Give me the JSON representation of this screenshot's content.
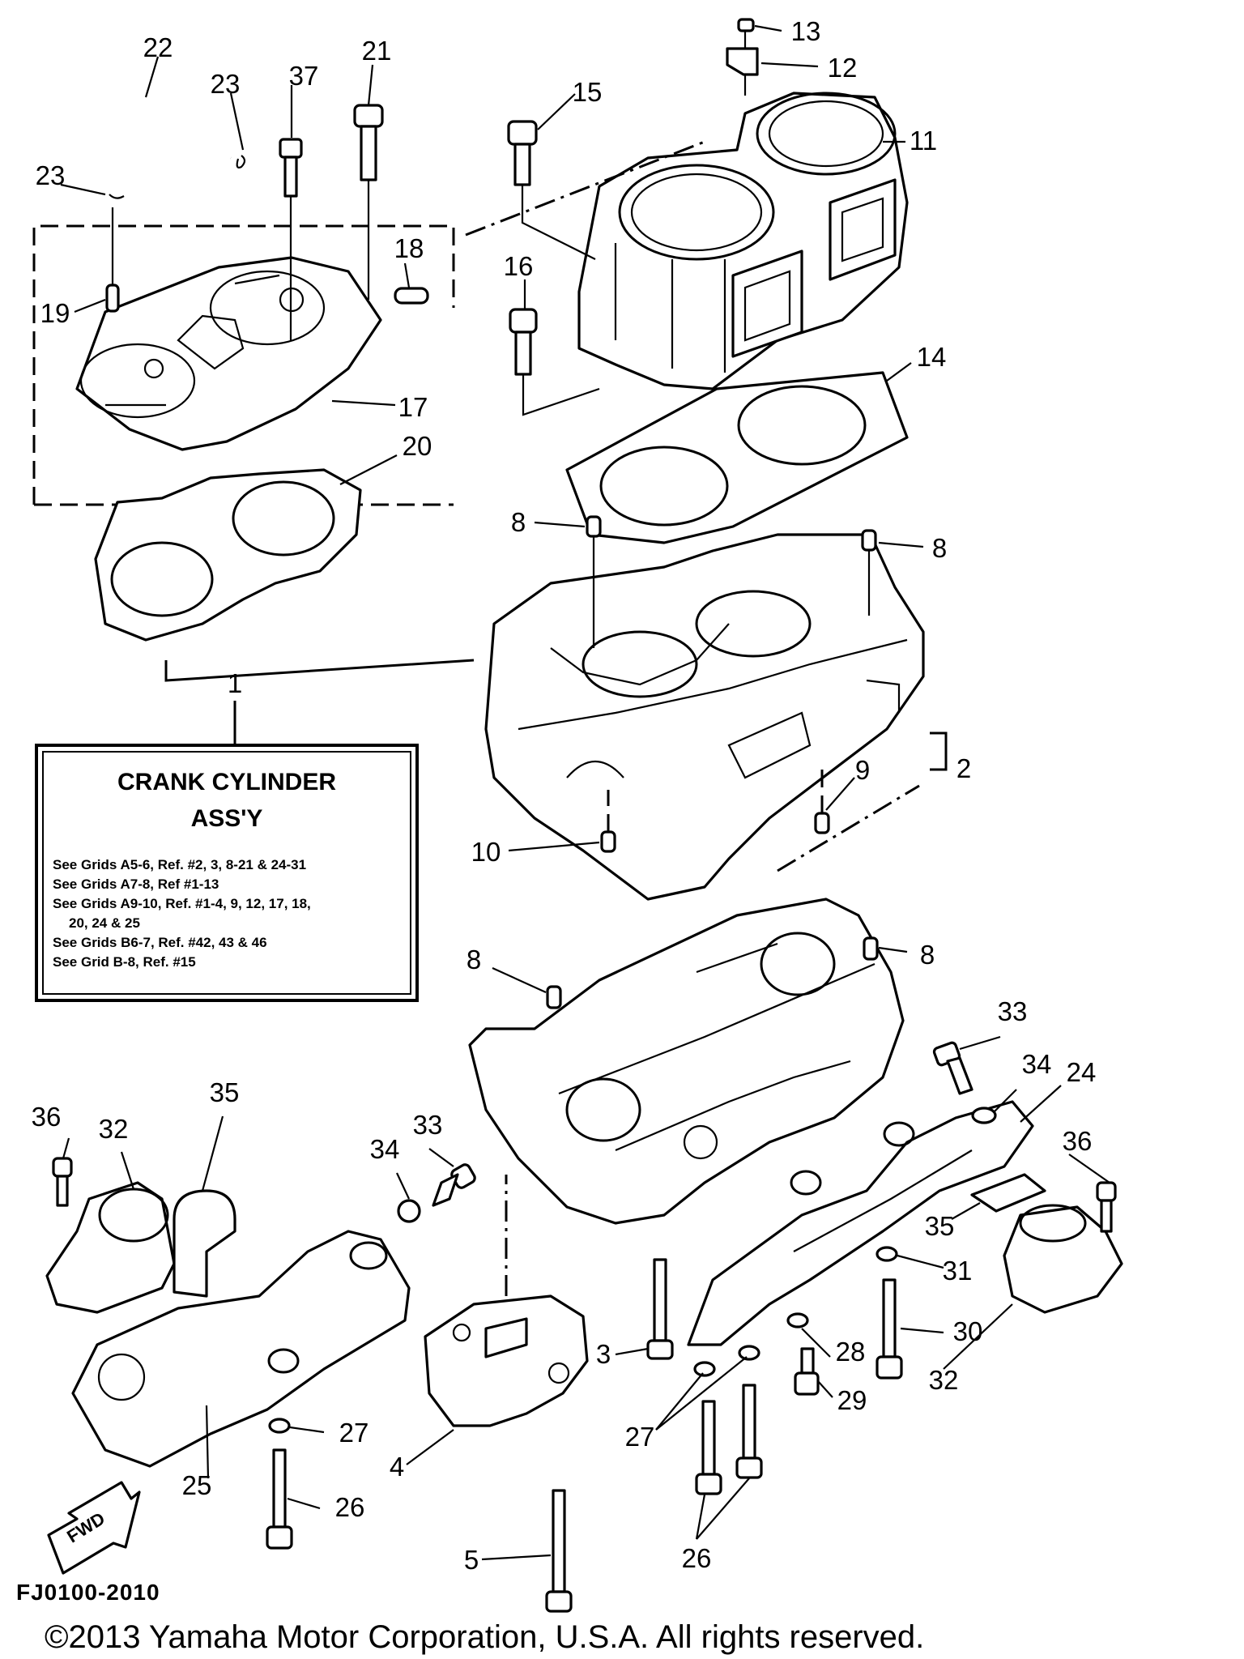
{
  "diagram": {
    "code": "FJ0100-2010",
    "fwd_label": "FWD",
    "copyright": "©2013 Yamaha Motor Corporation, U.S.A. All rights reserved.",
    "info_box": {
      "title_line1": "CRANK CYLINDER",
      "title_line2": "ASS'Y",
      "notes": [
        "See Grids A5-6, Ref. #2, 3, 8-21 & 24-31",
        "See Grids A7-8, Ref #1-13",
        "See Grids A9-10, Ref. #1-4, 9, 12, 17, 18,",
        "20, 24 & 25",
        "See Grids B6-7, Ref. #42, 43 & 46",
        "See Grid B-8, Ref. #15"
      ]
    },
    "callouts": [
      "1",
      "2",
      "3",
      "4",
      "5",
      "8",
      "8",
      "8",
      "8",
      "9",
      "10",
      "11",
      "12",
      "13",
      "14",
      "15",
      "16",
      "17",
      "18",
      "19",
      "20",
      "21",
      "22",
      "23",
      "23",
      "24",
      "25",
      "26",
      "26",
      "27",
      "27",
      "28",
      "29",
      "30",
      "31",
      "32",
      "32",
      "33",
      "33",
      "34",
      "34",
      "35",
      "35",
      "36",
      "36",
      "37"
    ]
  }
}
